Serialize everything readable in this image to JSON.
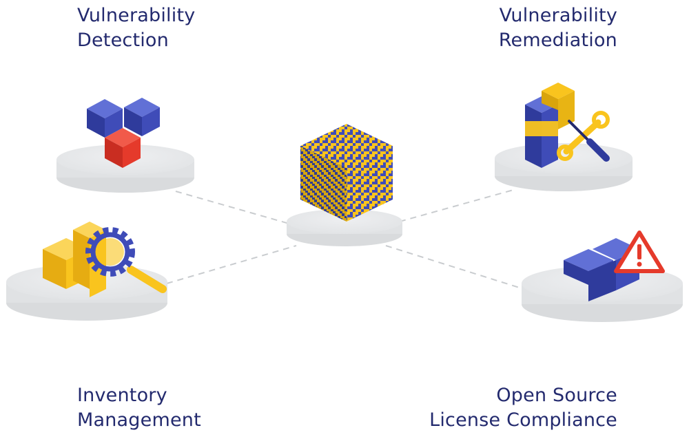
{
  "colors": {
    "text": "#232a6e",
    "blue": "#3f4cb8",
    "yellow": "#f9c41e",
    "red": "#e53a2b",
    "platform": "#e4e6e8",
    "connector": "#c9cccf"
  },
  "nodes": {
    "top_left": {
      "line1": "Vulnerability",
      "line2": "Detection",
      "icon": "cubes-icon"
    },
    "top_right": {
      "line1": "Vulnerability",
      "line2": "Remediation",
      "icon": "wrench-screwdriver-icon"
    },
    "bottom_left": {
      "line1": "Inventory",
      "line2": "Management",
      "icon": "magnifier-gear-icon"
    },
    "bottom_right": {
      "line1": "Open Source",
      "line2": "License Compliance",
      "icon": "warning-icon"
    }
  },
  "center": {
    "icon": "pattern-cube-icon"
  }
}
